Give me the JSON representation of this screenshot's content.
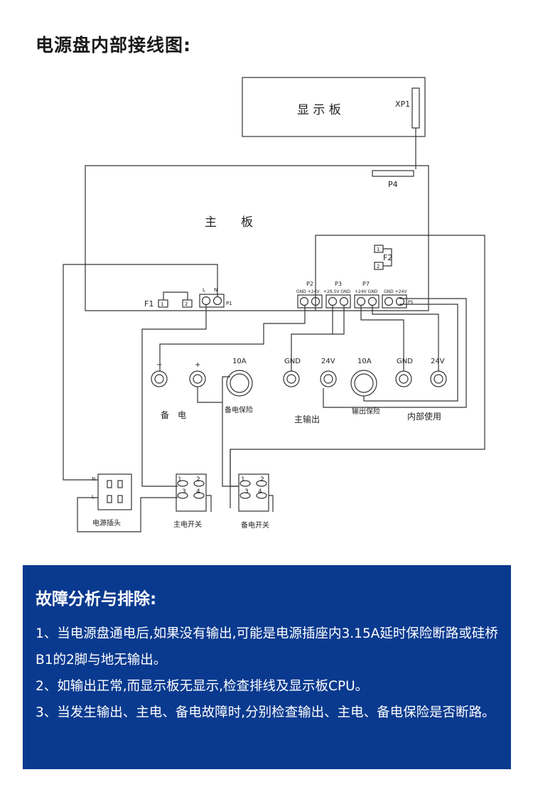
{
  "page_title": "电源盘内部接线图:",
  "diagram": {
    "display_board": "显 示 板",
    "main_board": "主　　板",
    "xp1": "XP1",
    "p4": "P4",
    "f2": "F2",
    "f2_pin1": "1",
    "f2_pin2": "2",
    "f1": "F1",
    "f1_pin1": "1",
    "f1_pin2": "2",
    "p1_l": "L",
    "p1_n": "N",
    "p1": "P1",
    "p2": "P2",
    "p2_pins": "GND +24V",
    "p3": "P3",
    "p3_pins": "+26.5V GND",
    "p7": "P7",
    "p7_pins": "+24V GND",
    "p5_pins": "GND +24V",
    "p5": "P5",
    "term_minus": "−",
    "term_plus": "+",
    "term_10a": "10A",
    "term_gnd": "GND",
    "term_24v": "24V",
    "term_10a_2": "10A",
    "term_gnd_2": "GND",
    "term_24v_2": "24V",
    "label_backup": "备　电",
    "label_backup_fuse": "备电保险",
    "label_main_output": "主输出",
    "label_output_fuse": "输出保险",
    "label_internal_use": "内部使用",
    "plug_n": "N",
    "plug_l": "L",
    "label_power_plug": "电源插头",
    "label_main_switch": "主电开关",
    "label_backup_switch": "备电开关",
    "sw_1": "1",
    "sw_2": "2",
    "sw_3": "3",
    "sw_4": "4"
  },
  "troubleshooting": {
    "title": "故障分析与排除:",
    "items": [
      "1、当电源盘通电后,如果没有输出,可能是电源插座内3.15A延时保险断路或硅桥B1的2脚与地无输出。",
      "2、如输出正常,而显示板无显示,检查排线及显示板CPU。",
      "3、当发生输出、主电、备电故障时,分别检查输出、主电、备电保险是否断路。"
    ]
  }
}
